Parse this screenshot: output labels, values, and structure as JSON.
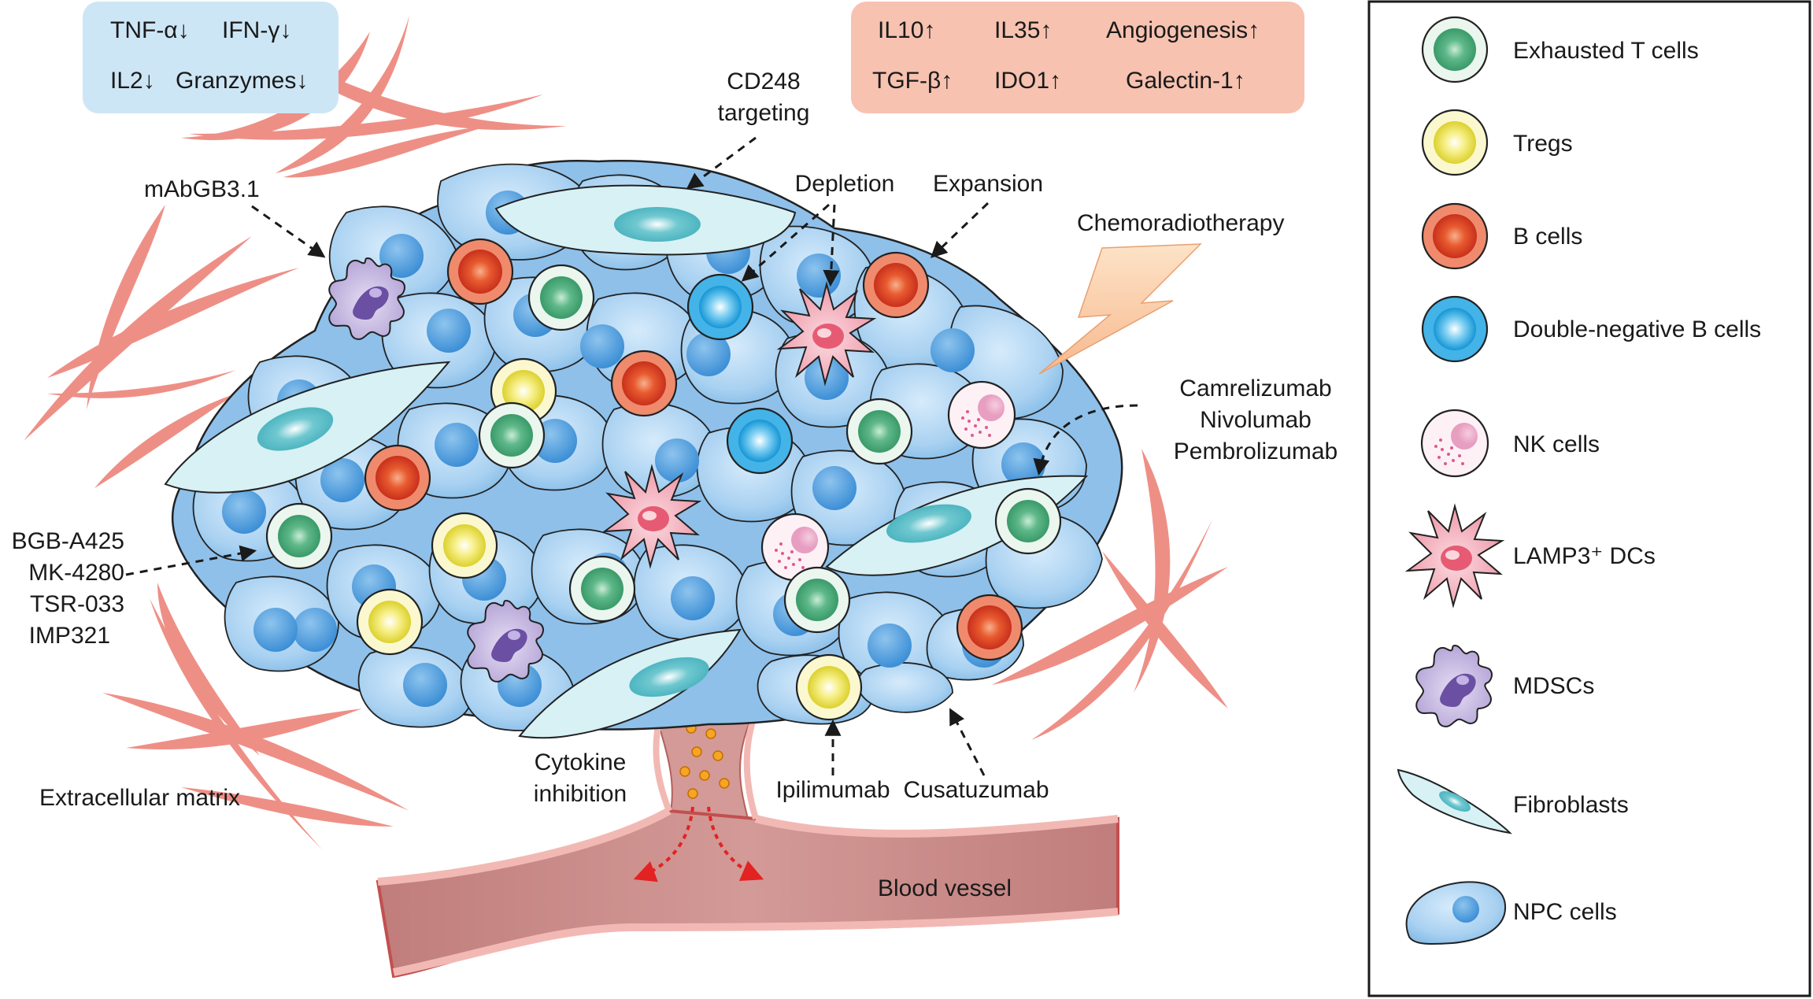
{
  "cytokines_down": {
    "items": [
      "TNF-α↓",
      "IFN-γ↓",
      "IL2↓",
      "Granzymes↓"
    ]
  },
  "cytokines_up": {
    "items": [
      "IL10↑",
      "IL35↑",
      "Angiogenesis↑",
      "TGF-β↑",
      "IDO1↑",
      "Galectin-1↑"
    ]
  },
  "labels": {
    "mAbGB3": "mAbGB3.1",
    "cd248_1": "CD248",
    "cd248_2": "targeting",
    "depletion": "Depletion",
    "expansion": "Expansion",
    "chemoradiotherapy": "Chemoradiotherapy",
    "pd1_drugs": [
      "Camrelizumab",
      "Nivolumab",
      "Pembrolizumab"
    ],
    "lag3_drugs": [
      "BGB-A425",
      "MK-4280",
      "TSR-033",
      "IMP321"
    ],
    "ecm": "Extracellular matrix",
    "cytokine_inhibition_1": "Cytokine",
    "cytokine_inhibition_2": "inhibition",
    "ipilimumab": "Ipilimumab",
    "cusatuzumab": "Cusatuzumab",
    "blood_vessel": "Blood vessel"
  },
  "legend": {
    "items": [
      {
        "label": "Exhausted T cells",
        "icon": "exhausted-t-cell-icon"
      },
      {
        "label": "Tregs",
        "icon": "treg-icon"
      },
      {
        "label": "B cells",
        "icon": "b-cell-icon"
      },
      {
        "label": "Double-negative B cells",
        "icon": "double-negative-b-cell-icon"
      },
      {
        "label": "NK cells",
        "icon": "nk-cell-icon"
      },
      {
        "label": "LAMP3⁺ DCs",
        "icon": "lamp3-dc-icon"
      },
      {
        "label": "MDSCs",
        "icon": "mdsc-icon"
      },
      {
        "label": "Fibroblasts",
        "icon": "fibroblast-icon"
      },
      {
        "label": "NPC cells",
        "icon": "npc-cell-icon"
      }
    ]
  },
  "colors": {
    "npc": "#9fc9ee",
    "npc_nucleus": "#4e9ad9",
    "exhausted_t": "#5fb889",
    "treg": "#f3ec5a",
    "b_cell": "#e0412a",
    "dn_b_cell": "#28a9e3",
    "nk": "#f3bcd2",
    "dc": "#ef8f9f",
    "mdsc": "#8a72b8",
    "fibroblast": "#cdeff2",
    "ecm": "#ee8f86",
    "vessel": "#c98886",
    "down_box": "#cde6f5",
    "up_box": "#f7c2b0"
  }
}
